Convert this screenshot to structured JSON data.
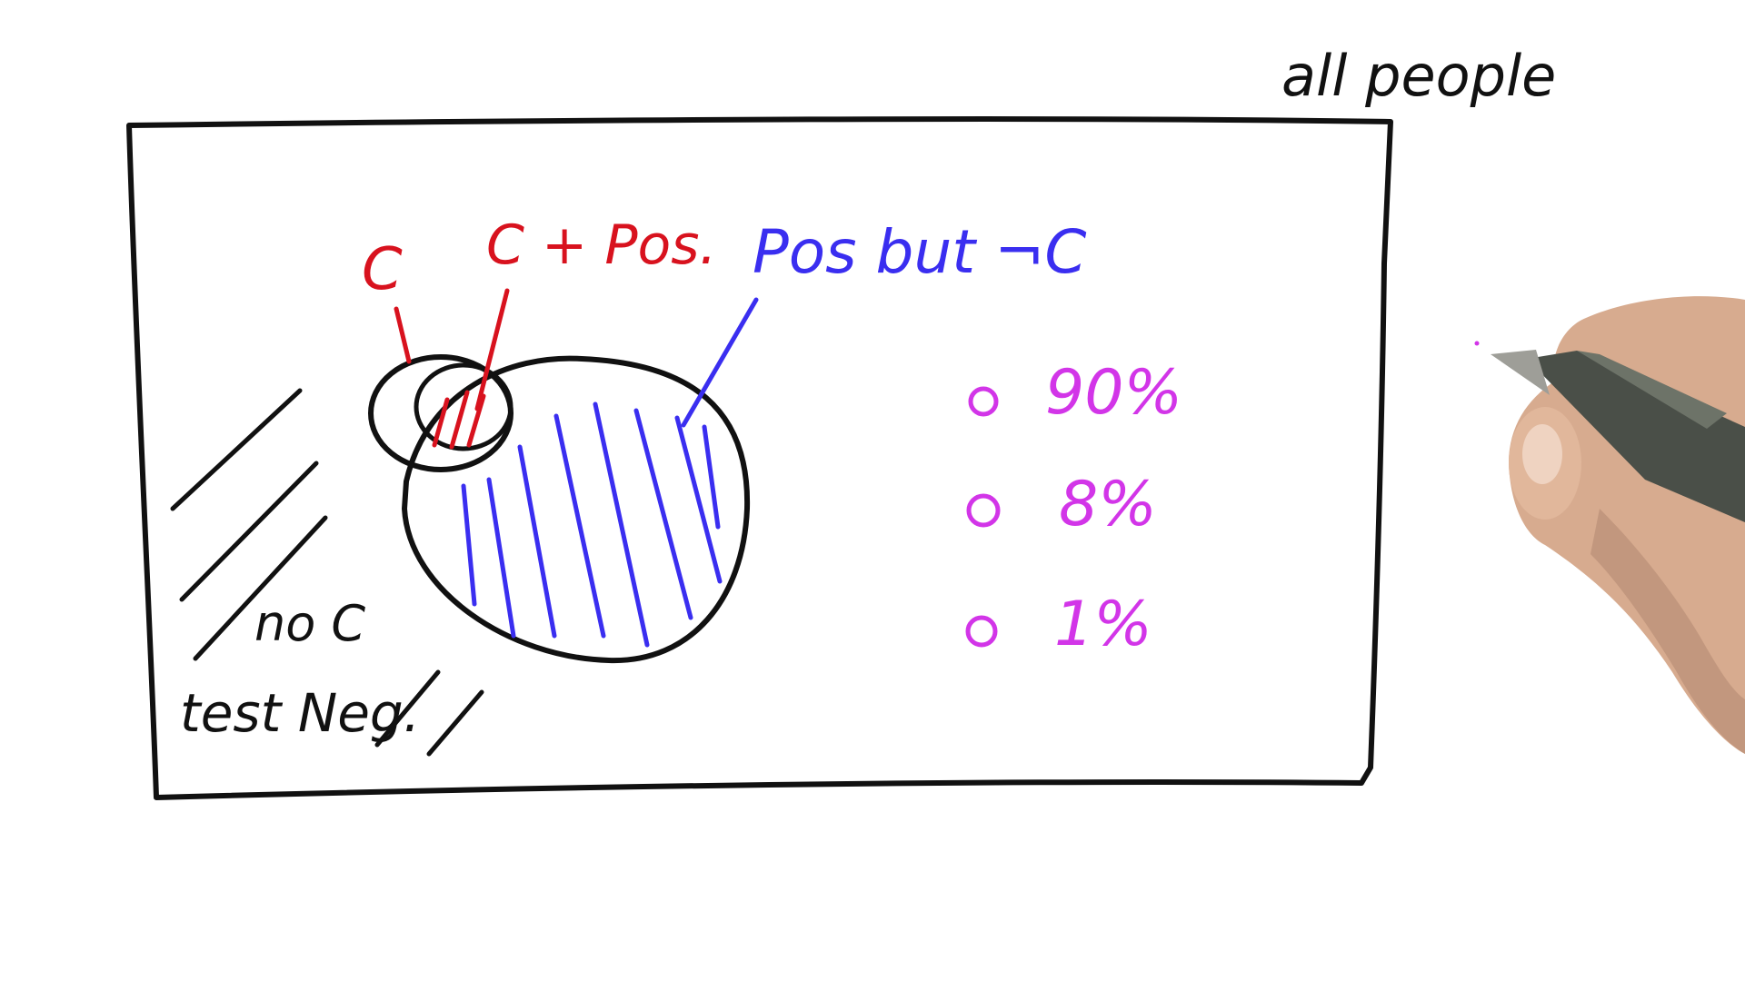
{
  "diagram": {
    "universe_label": "all people",
    "labels": {
      "c": "C",
      "c_pos": "C + Pos.",
      "pos_not_c": "Pos but ¬C",
      "no_c": "no C",
      "test_neg": "test Neg."
    },
    "options": [
      {
        "label": "90%"
      },
      {
        "label": "8%"
      },
      {
        "label": "1%"
      }
    ],
    "colors": {
      "black_ink": "#111111",
      "red_ink": "#d8121e",
      "blue_ink": "#3a2ef0",
      "magenta_ink": "#d235e8",
      "background": "#ffffff"
    }
  }
}
